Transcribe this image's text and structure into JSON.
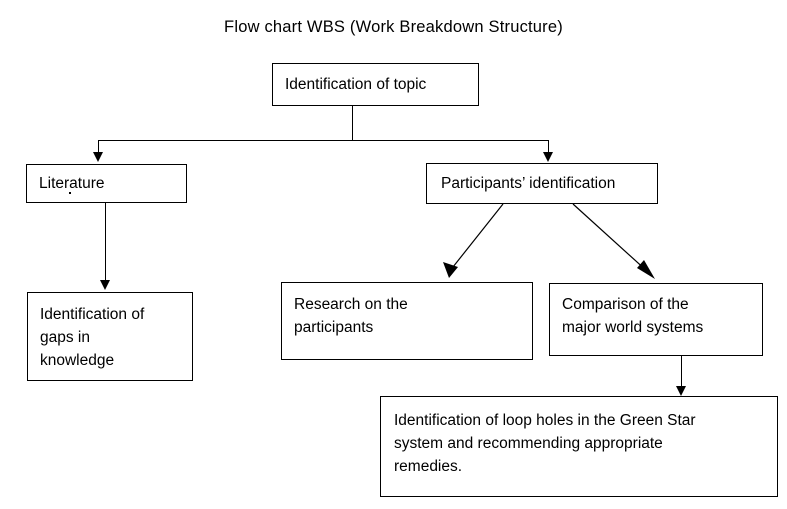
{
  "diagram": {
    "title": "Flow chart WBS (Work Breakdown Structure)",
    "type": "flowchart",
    "background_color": "#ffffff",
    "line_color": "#000000",
    "text_color": "#000000",
    "nodes": [
      {
        "id": "topic",
        "label": "Identification of topic"
      },
      {
        "id": "literature",
        "label": "Literature"
      },
      {
        "id": "participants",
        "label": "Participants’ identification"
      },
      {
        "id": "gaps",
        "label": "Identification of\ngaps in\nknowledge"
      },
      {
        "id": "research",
        "label": "Research on the\nparticipants"
      },
      {
        "id": "comparison",
        "label": "Comparison of the\nmajor world systems"
      },
      {
        "id": "loopholes",
        "label": "Identification of loop holes in the Green Star\nsystem and recommending appropriate\nremedies."
      }
    ],
    "edges": [
      {
        "from": "topic",
        "to": "literature",
        "style": "elbow-down-left"
      },
      {
        "from": "topic",
        "to": "participants",
        "style": "elbow-down-right"
      },
      {
        "from": "literature",
        "to": "gaps",
        "style": "straight-down"
      },
      {
        "from": "participants",
        "to": "research",
        "style": "diagonal-down-left"
      },
      {
        "from": "participants",
        "to": "comparison",
        "style": "diagonal-down-right"
      },
      {
        "from": "comparison",
        "to": "loopholes",
        "style": "straight-down"
      }
    ]
  }
}
